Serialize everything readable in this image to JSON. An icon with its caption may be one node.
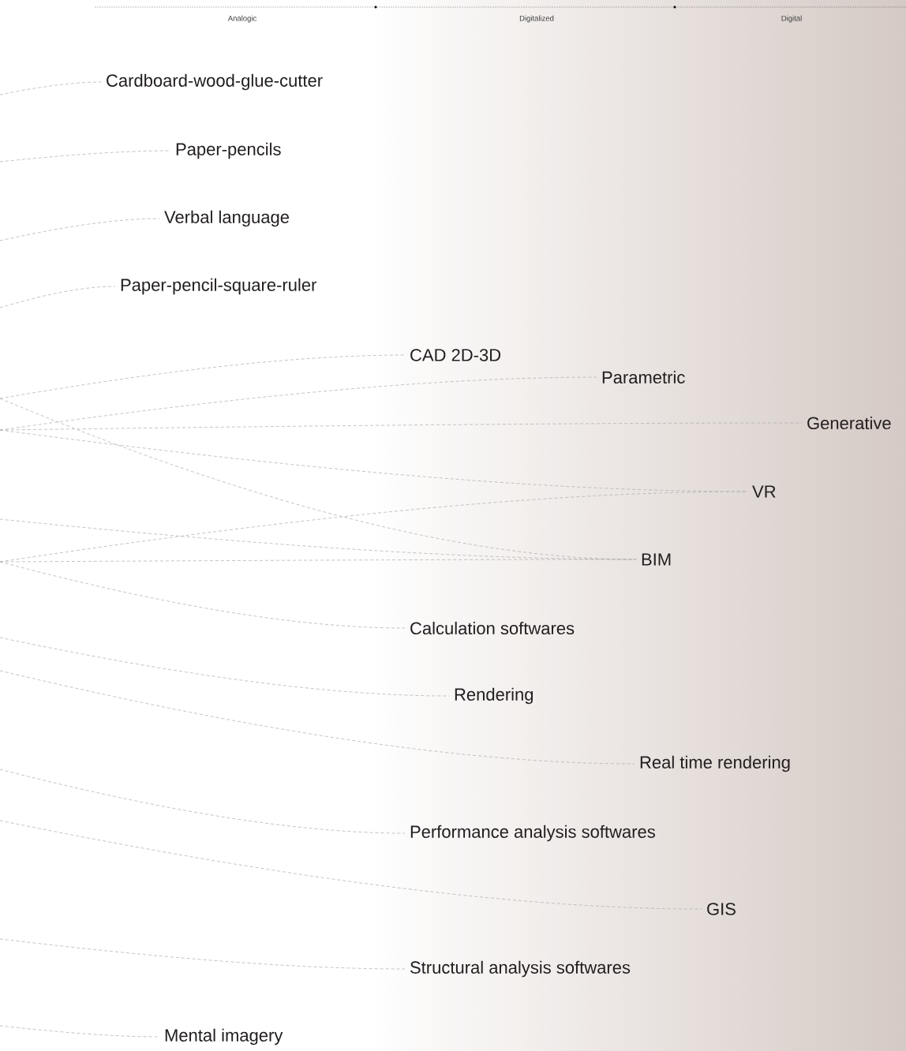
{
  "diagram": {
    "nodes": [
      {
        "text": [
          "Cardboard-wood-glue-cutter"
        ]
      },
      {
        "text": [
          "Paper-pencils"
        ]
      },
      {
        "text": [
          "Verbal language"
        ]
      },
      {
        "text": [
          "Paper-pencil-square-ruler"
        ]
      },
      {
        "text": [
          "CAD 2D-3D"
        ]
      },
      {
        "text": [
          "Parametric"
        ]
      },
      {
        "text": [
          "Generative"
        ]
      },
      {
        "text": [
          "VR"
        ]
      },
      {
        "text": [
          "BIM"
        ]
      },
      {
        "text": [
          "Calculation softwares"
        ]
      },
      {
        "text": [
          "Rendering"
        ]
      },
      {
        "text": [
          "Real time rendering"
        ]
      },
      {
        "text": [
          "Performance analysis softwares"
        ]
      },
      {
        "text": [
          "GIS"
        ]
      },
      {
        "text": [
          "Structural analysis softwares"
        ]
      },
      {
        "text": [
          "Mental imagery"
        ]
      }
    ],
    "edges": [
      {
        "from": null,
        "to": 0,
        "arrow": "none"
      },
      {
        "from": null,
        "to": 1,
        "arrow": "none"
      },
      {
        "from": null,
        "to": 2,
        "arrow": "none"
      },
      {
        "from": null,
        "to": 3,
        "arrow": "none"
      },
      {
        "from": null,
        "to": 4,
        "arrow": "none"
      },
      {
        "from": null,
        "to": 8,
        "arrow": "none"
      },
      {
        "from": null,
        "to": 5,
        "arrow": "none"
      },
      {
        "from": null,
        "to": 6,
        "arrow": "none"
      },
      {
        "from": null,
        "to": 7,
        "arrow": "none"
      },
      {
        "from": null,
        "to": 8,
        "arrow": "none"
      },
      {
        "from": null,
        "to": 7,
        "arrow": "none"
      },
      {
        "from": null,
        "to": 8,
        "arrow": "none"
      },
      {
        "from": null,
        "to": 9,
        "arrow": "none"
      },
      {
        "from": null,
        "to": 10,
        "arrow": "none"
      },
      {
        "from": null,
        "to": 11,
        "arrow": "none"
      },
      {
        "from": null,
        "to": 12,
        "arrow": "none"
      },
      {
        "from": null,
        "to": 13,
        "arrow": "none"
      },
      {
        "from": null,
        "to": 14,
        "arrow": "none"
      },
      {
        "from": null,
        "to": 15,
        "arrow": "none"
      }
    ],
    "labels": [
      "Analogic",
      "Digitalized",
      "Digital"
    ]
  }
}
